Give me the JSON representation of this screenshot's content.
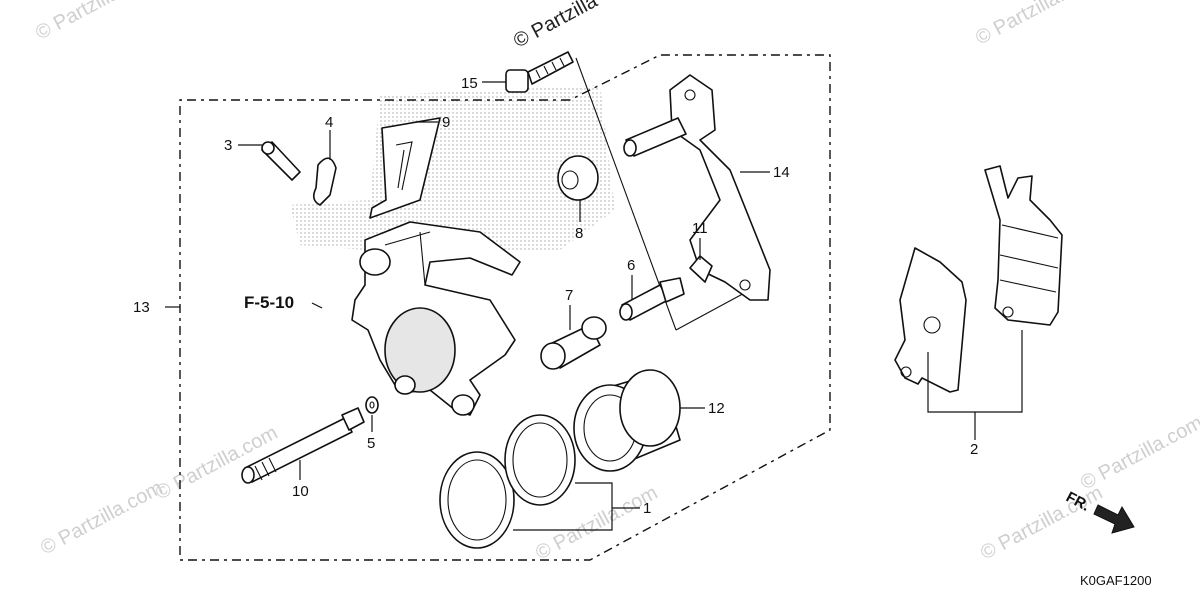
{
  "diagram": {
    "callouts": {
      "c1": "1",
      "c2": "2",
      "c3": "3",
      "c4": "4",
      "c5": "5",
      "c6": "6",
      "c7": "7",
      "c8": "8",
      "c9": "9",
      "c10": "10",
      "c11": "11",
      "c12": "12",
      "c13": "13",
      "c14": "14",
      "c15": "15"
    },
    "reference_label": "F-5-10",
    "direction_label": "FR.",
    "diagram_code": "K0GAF1200",
    "watermark_text": "© Partzilla.com",
    "watermark_top": "© Partzilla"
  }
}
